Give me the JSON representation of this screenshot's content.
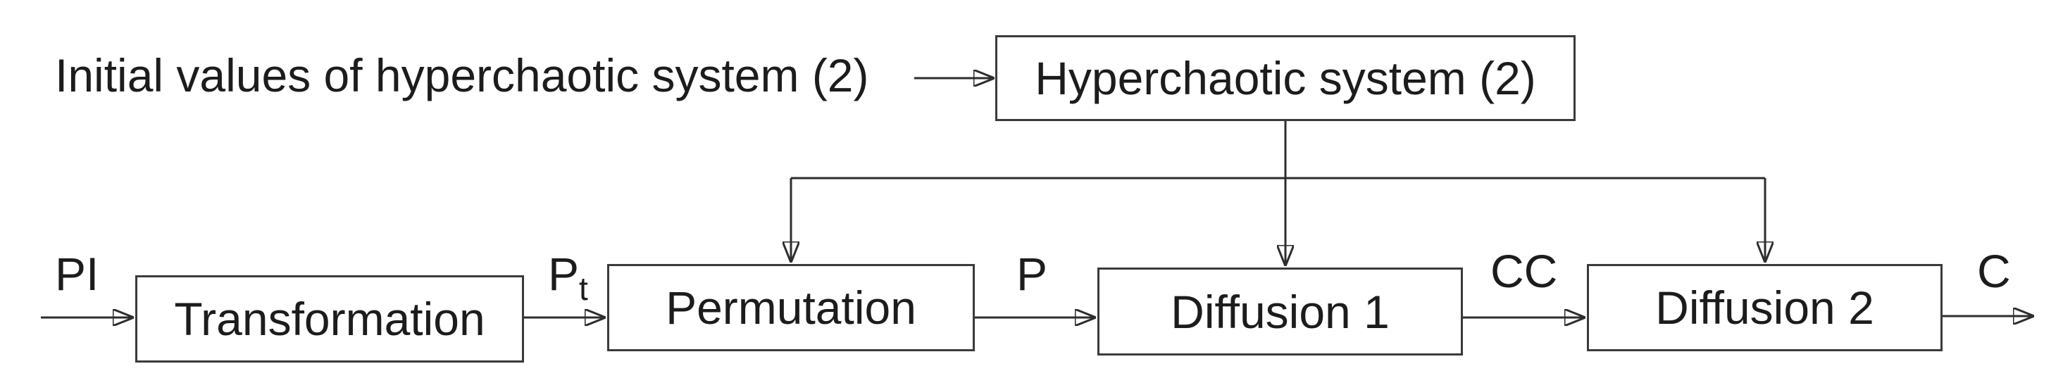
{
  "colors": {
    "background": "#ffffff",
    "line": "#2d2d2d",
    "box_border": "#3a3a3a",
    "box_fill": "#ffffff",
    "text": "#1c1c1c"
  },
  "top": {
    "source_label": "Initial values of hyperchaotic system (2)",
    "node": "Hyperchaotic system (2)"
  },
  "pipeline": {
    "nodes": [
      {
        "id": "transformation",
        "label": "Transformation"
      },
      {
        "id": "permutation",
        "label": "Permutation"
      },
      {
        "id": "diffusion1",
        "label": "Diffusion 1"
      },
      {
        "id": "diffusion2",
        "label": "Diffusion 2"
      }
    ],
    "signals": {
      "input": "PI",
      "transformed_base": "P",
      "transformed_sub": "t",
      "permuted": "P",
      "diffused1": "CC",
      "output": "C"
    }
  }
}
